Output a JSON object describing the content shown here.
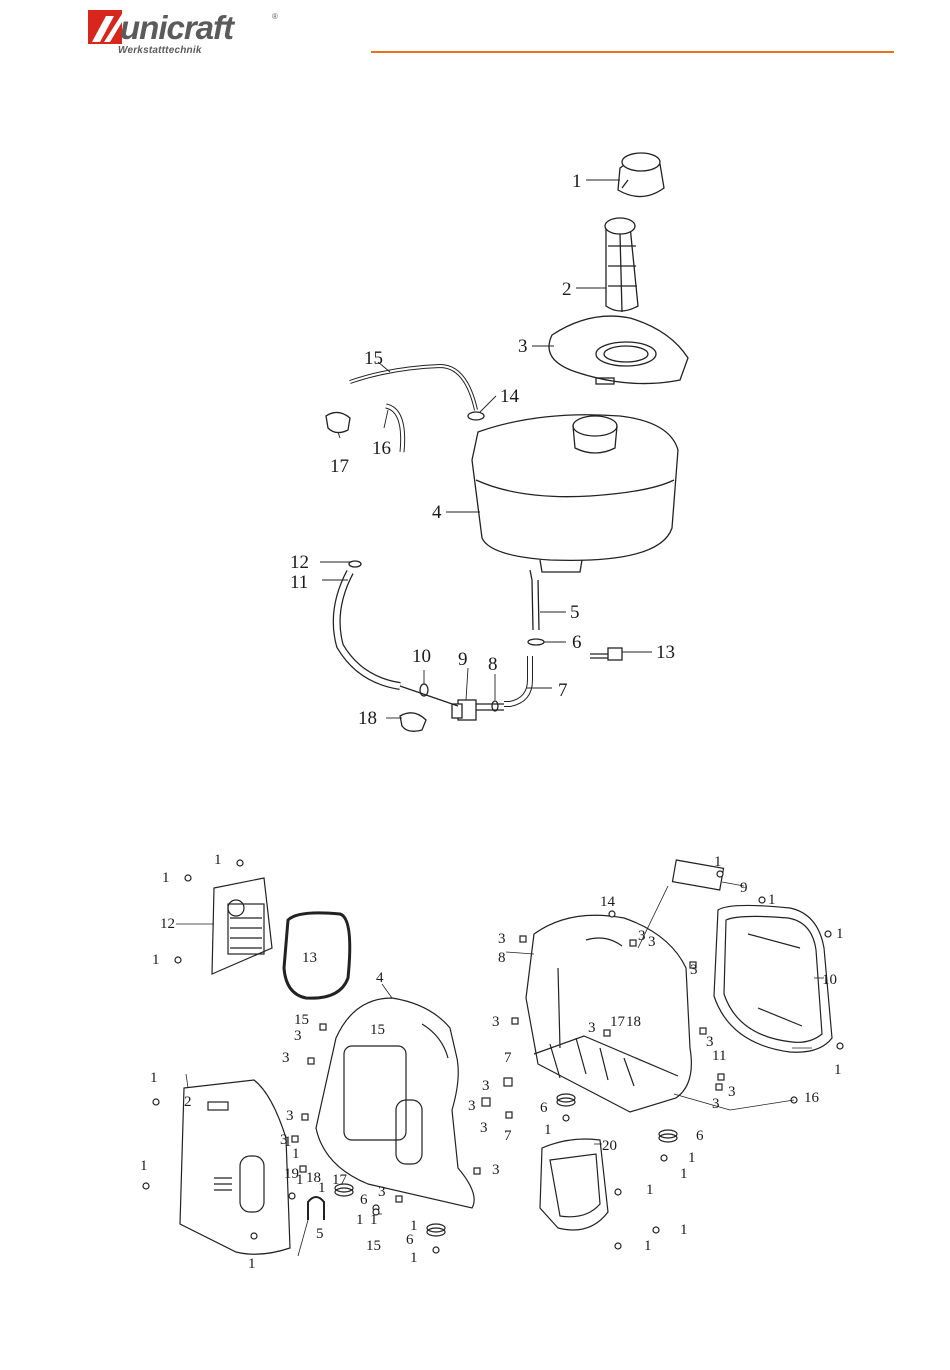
{
  "header": {
    "brand": "unicraft",
    "registered": "®",
    "tagline": "Werkstatttechnik",
    "accent_color": "#e8711e",
    "logo_red": "#d9261c"
  },
  "figure_fuel_tank": {
    "callouts": [
      "1",
      "2",
      "3",
      "4",
      "5",
      "6",
      "7",
      "8",
      "9",
      "10",
      "11",
      "12",
      "13",
      "14",
      "15",
      "16",
      "17",
      "18"
    ]
  },
  "figure_side_panels": {
    "callouts": [
      "1",
      "1",
      "1",
      "1",
      "1",
      "1",
      "1",
      "1",
      "1",
      "1",
      "1",
      "1",
      "1",
      "1",
      "1",
      "1",
      "1",
      "1",
      "1",
      "1",
      "1",
      "1",
      "1",
      "1",
      "2",
      "3",
      "3",
      "3",
      "3",
      "3",
      "3",
      "3",
      "3",
      "3",
      "3",
      "3",
      "3",
      "3",
      "3",
      "3",
      "3",
      "3",
      "3",
      "4",
      "5",
      "6",
      "6",
      "6",
      "6",
      "7",
      "7",
      "8",
      "9",
      "10",
      "11",
      "12",
      "13",
      "14",
      "15",
      "15",
      "15",
      "16",
      "17",
      "17",
      "18",
      "18",
      "19",
      "20"
    ]
  }
}
